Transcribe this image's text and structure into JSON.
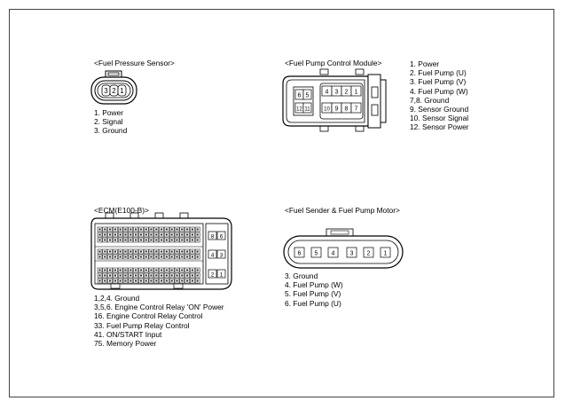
{
  "connectors": {
    "fuel_pressure_sensor": {
      "title": "<Fuel Pressure Sensor>",
      "pins": [
        "3",
        "2",
        "1"
      ],
      "legend": [
        "1. Power",
        "2. Signal",
        "3. Ground"
      ]
    },
    "fuel_pump_control_module": {
      "title": "<Fuel Pump Control Module>",
      "pins_top": [
        "4",
        "3",
        "2",
        "1"
      ],
      "pins_bottom": [
        "10",
        "9",
        "8",
        "7"
      ],
      "pins_left_top": [
        "6",
        "5"
      ],
      "pins_left_bottom": [
        "12",
        "11"
      ],
      "legend": [
        "1. Power",
        "2. Fuel Pump (U)",
        "3. Fuel Pump (V)",
        "4. Fuel Pump (W)",
        "7,8. Ground",
        "9. Sensor Ground",
        "10. Sensor Signal",
        "12. Sensor Power"
      ]
    },
    "ecm": {
      "title": "<ECM(E100-B)>",
      "side_top": [
        "8",
        "6"
      ],
      "side_mid": [
        "4",
        "3"
      ],
      "side_bottom": [
        "2",
        "1"
      ],
      "legend": [
        "1,2,4. Ground",
        "3,5,6. Engine Control Relay 'ON' Power",
        "16. Engine Control Relay Control",
        "33. Fuel Pump Relay Control",
        "41. ON/START Input",
        "75. Memory Power"
      ]
    },
    "fuel_sender_pump_motor": {
      "title": "<Fuel Sender & Fuel Pump Motor>",
      "pins": [
        "6",
        "5",
        "4",
        "3",
        "2",
        "1"
      ],
      "legend": [
        "3. Ground",
        "4. Fuel Pump (W)",
        "5. Fuel Pump (V)",
        "6. Fuel Pump (U)"
      ]
    }
  }
}
